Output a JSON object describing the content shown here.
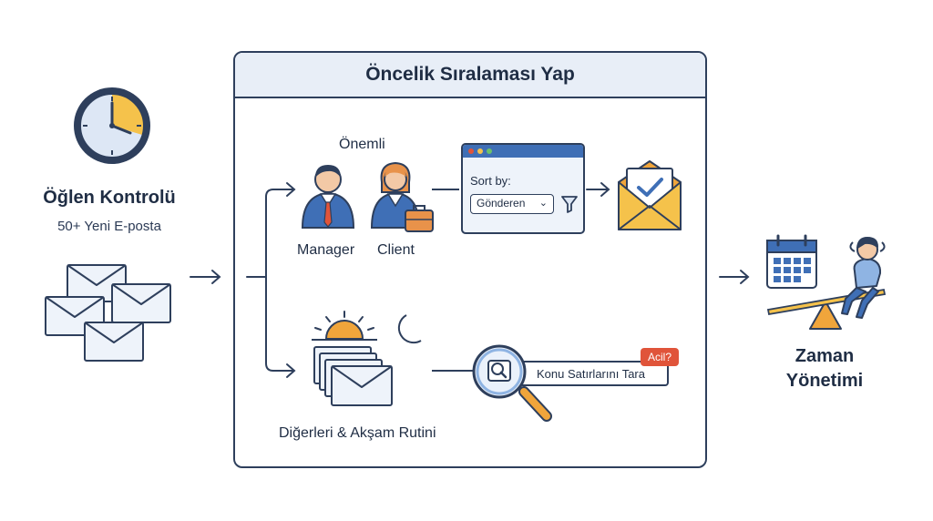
{
  "left": {
    "title": "Öğlen Kontrolü",
    "subtitle": "50+ Yeni E-posta"
  },
  "panel": {
    "title": "Öncelik Sıralaması Yap"
  },
  "important": {
    "label": "Önemli",
    "person1": "Manager",
    "person2": "Client",
    "sort_label": "Sort by:",
    "sort_value": "Gönderen",
    "sort_chevron": "⌄"
  },
  "others": {
    "label": "Diğerleri & Akşam Rutini",
    "search_text": "Konu Satırlarını Tara",
    "badge": "Acil?"
  },
  "right": {
    "title_line1": "Zaman",
    "title_line2": "Yönetimi"
  },
  "colors": {
    "navy": "#2e3f5c",
    "blue": "#3f6fb6",
    "light_blue": "#dde7f5",
    "orange": "#f0a53b",
    "yellow": "#f5c24b",
    "red": "#e0543a"
  }
}
